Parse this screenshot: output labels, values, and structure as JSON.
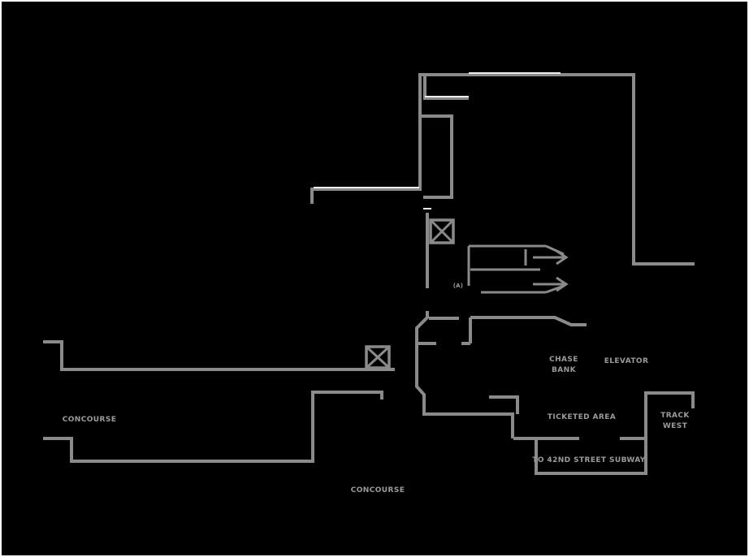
{
  "window": {
    "background": "#000000",
    "border_color": "#ffffff"
  },
  "floor_plan": {
    "colors": {
      "wall": "#8a8a8a",
      "wall_highlight": "#ededed",
      "label_text": "#9b9b9b"
    },
    "labels": {
      "concourse_left": "CONCOURSE",
      "concourse_bottom": "CONCOURSE",
      "bank_top": "CHASE",
      "bank_bottom": "BANK",
      "elevator": "ELEVATOR",
      "ticketed_area": "TICKETED AREA",
      "track_west_top": "TRACK",
      "track_west_bottom": "WEST",
      "exit_passage": "TO 42ND STREET SUBWAY",
      "stair_marker": "(A)"
    },
    "icons": [
      {
        "name": "elevator-icon-upper",
        "symbol": "boxed-x"
      },
      {
        "name": "elevator-icon-concourse",
        "symbol": "boxed-x"
      },
      {
        "name": "escalator-arrows-icon",
        "symbol": "double-right-arrow"
      }
    ]
  }
}
